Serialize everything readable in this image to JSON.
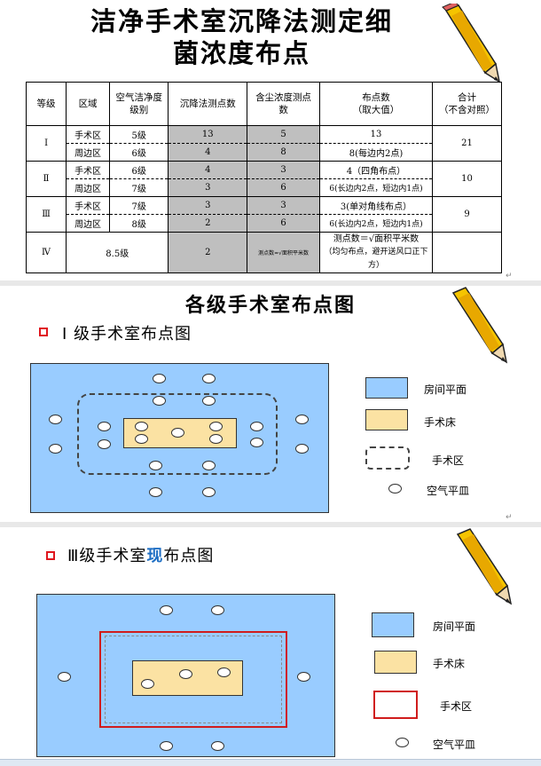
{
  "slide1": {
    "title_line1": "洁净手术室沉降法测定细",
    "title_line2": "菌浓度布点",
    "table": {
      "headers": [
        "等级",
        "区域",
        "空气洁净度级别",
        "沉降法测点数",
        "含尘浓度测点数",
        "布点数\n（取大值）",
        "合计\n（不含对照）"
      ],
      "rows": [
        {
          "grade": "Ⅰ",
          "zone": "手术区",
          "level": "5级",
          "settle": "13",
          "dust": "5",
          "points": "13",
          "total": "21"
        },
        {
          "grade": "",
          "zone": "周边区",
          "level": "6级",
          "settle": "4",
          "dust": "8",
          "points": "8(每边内2点)",
          "total": ""
        },
        {
          "grade": "Ⅱ",
          "zone": "手术区",
          "level": "6级",
          "settle": "4",
          "dust": "3",
          "points": "4（四角布点）",
          "total": "10"
        },
        {
          "grade": "",
          "zone": "周边区",
          "level": "7级",
          "settle": "3",
          "dust": "6",
          "points": "6(长边内2点，短边内1点)",
          "total": ""
        },
        {
          "grade": "Ⅲ",
          "zone": "手术区",
          "level": "7级",
          "settle": "3",
          "dust": "3",
          "points": "3(单对角线布点）",
          "total": "9"
        },
        {
          "grade": "",
          "zone": "周边区",
          "level": "8级",
          "settle": "2",
          "dust": "6",
          "points": "6(长边内2点，短边内1点)",
          "total": ""
        },
        {
          "grade": "Ⅳ",
          "zone": "8.5级",
          "settle": "2",
          "dust": "测点数=√面积平米数",
          "points_line1": "测点数＝√面积平米数",
          "points_line2": "（均匀布点，避开送风口正下方）"
        }
      ]
    }
  },
  "slide2": {
    "title": "各级手术室布点图",
    "subtitle": "Ⅰ 级手术室布点图",
    "legend": {
      "room": "房间平面",
      "bed": "手术床",
      "zone": "手术区",
      "dish": "空气平皿"
    }
  },
  "slide3": {
    "subtitle_prefix": "Ⅲ级手术室",
    "subtitle_highlight": "现",
    "subtitle_suffix": "布点图",
    "legend": {
      "room": "房间平面",
      "bed": "手术床",
      "zone": "手术区",
      "dish": "空气平皿"
    },
    "highlight_color": "#1f6fc4"
  },
  "colors": {
    "room": "#99ccff",
    "bed": "#fbe2a3",
    "gray_cell": "#bfbfbf",
    "red": "#d01c1c"
  }
}
